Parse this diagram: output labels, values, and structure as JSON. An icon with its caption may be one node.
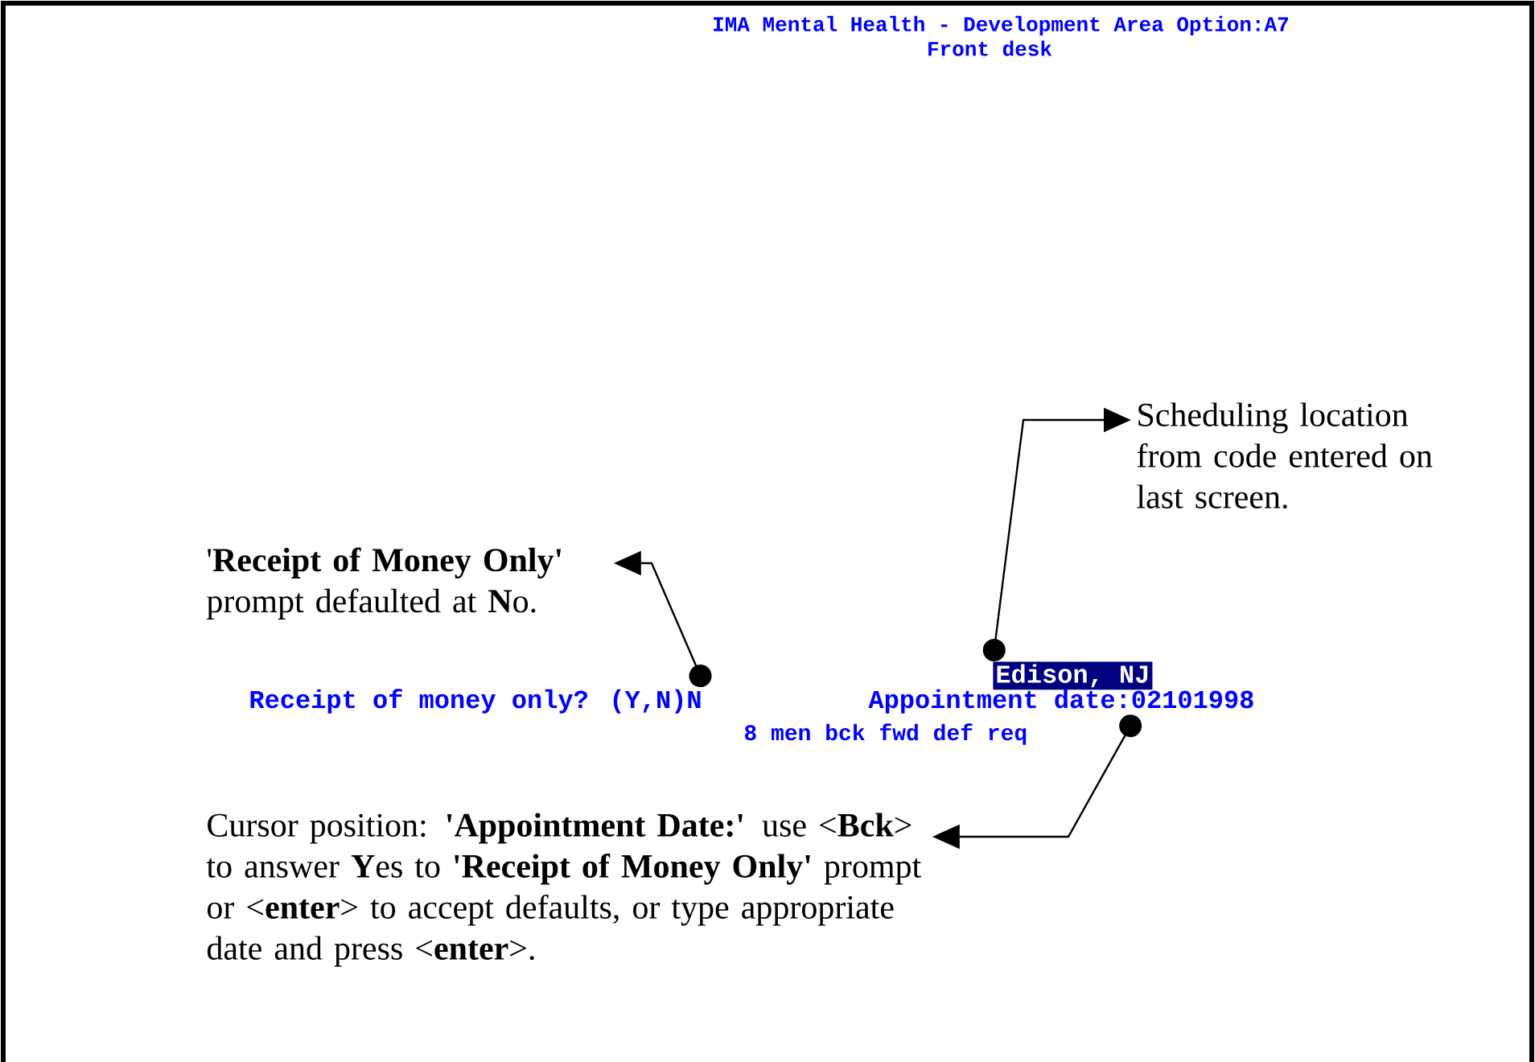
{
  "diagram": {
    "nodes": [
      {
        "text": [
          "Scheduling location from code entered on last screen."
        ]
      },
      {
        "text": [
          "'**Receipt of Money Only'** prompt defaulted at **N**o."
        ]
      },
      {
        "text": [
          "Receipt of money only? (Y,N)N"
        ]
      },
      {
        "text": [
          "Edison, NJ"
        ]
      },
      {
        "text": [
          "Appointment date:02101998"
        ]
      },
      {
        "text": [
          "Cursor position: **'Appointment Date:'** use <**Bck**> to answer **Y**es to **'Receipt of Money Only'** prompt or <**enter**> to accept defaults, or type appropriate date and press <**enter**>."
        ]
      }
    ],
    "edges": [
      {
        "from": 3,
        "to": 0,
        "arrow": "to"
      },
      {
        "from": 2,
        "to": 1,
        "arrow": "to"
      },
      {
        "from": 4,
        "to": 5,
        "arrow": "to"
      }
    ],
    "labels": [
      "IMA Mental Health - Development Area  Option:A7",
      "Front desk",
      "8 men  bck fwd def  req"
    ]
  }
}
